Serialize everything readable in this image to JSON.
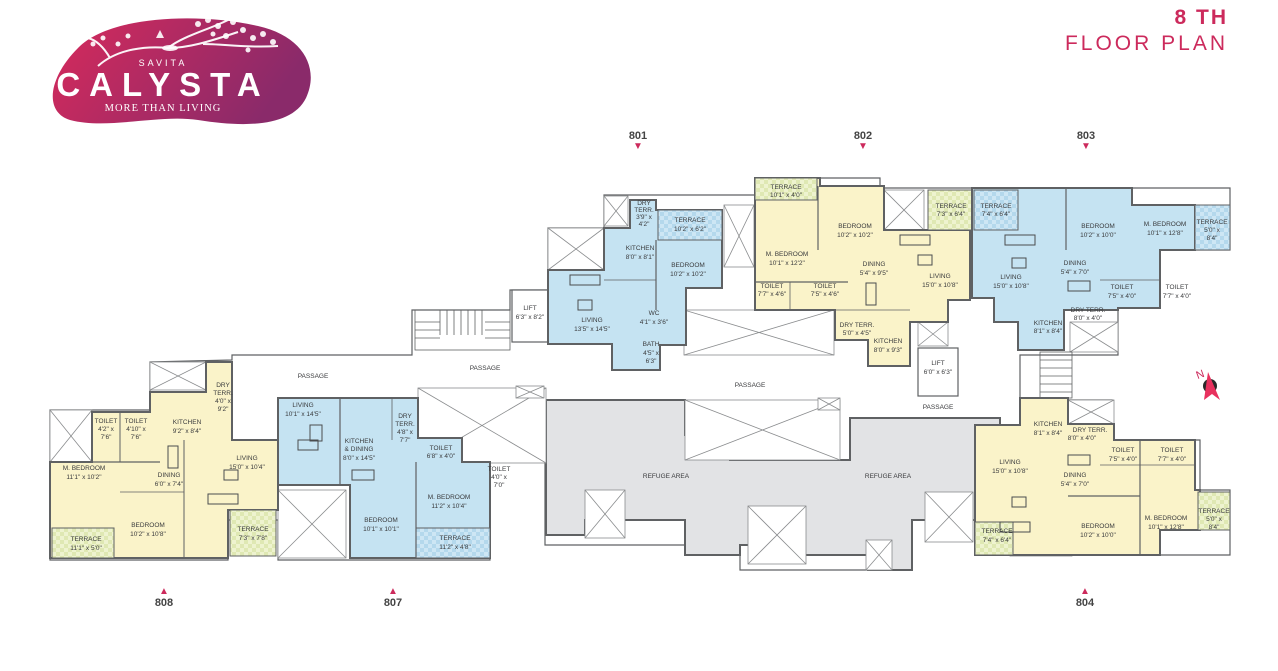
{
  "logo": {
    "top_text": "SAVITA",
    "name": "CALYSTA",
    "tagline": "MORE THAN LIVING",
    "colors": {
      "gradient_start": "#d72a5b",
      "gradient_end": "#8a2a6a"
    }
  },
  "title": {
    "line1": "8 TH",
    "line2": "FLOOR PLAN",
    "color": "#cc2a5c"
  },
  "colors": {
    "unit_blue": "#c5e3f2",
    "unit_yellow": "#faf3c9",
    "terrace_check": "#e6eebf",
    "refuge_gray": "#e2e3e5",
    "wall": "#5f6163",
    "accent": "#cc2a5c"
  },
  "unit_markers": {
    "top": [
      {
        "label": "801",
        "direction": "down"
      },
      {
        "label": "802",
        "direction": "down"
      },
      {
        "label": "803",
        "direction": "down"
      }
    ],
    "bottom": [
      {
        "label": "808",
        "direction": "up"
      },
      {
        "label": "807",
        "direction": "up"
      },
      {
        "label": "804",
        "direction": "up"
      }
    ]
  },
  "compass": {
    "label": "N",
    "icon": "north-arrow-icon"
  },
  "common": {
    "passage": "PASSAGE",
    "refuge_area": "REFUGE AREA",
    "lift_label": "LIFT",
    "lift_1_size": "6'3\" x 8'2\"",
    "lift_2_size": "6'0\" x 6'3\""
  },
  "units": {
    "u801": {
      "rooms": [
        {
          "name": "DRY",
          "name2": "TERR.",
          "size": "3'9\" x",
          "size2": "4'2\""
        },
        {
          "name": "TERRACE",
          "size": "10'2\" x 6'2\""
        },
        {
          "name": "KITCHEN",
          "size": "8'0\" x 8'1\""
        },
        {
          "name": "BEDROOM",
          "size": "10'2\" x 10'2\""
        },
        {
          "name": "LIVING",
          "size": "13'5\" x 14'5\""
        },
        {
          "name": "WC",
          "size": "4'1\" x 3'6\""
        },
        {
          "name": "BATH",
          "size": "4'5\" x",
          "size2": "6'3\""
        }
      ]
    },
    "u802": {
      "rooms": [
        {
          "name": "TERRACE",
          "size": "10'1\" x 4'0\""
        },
        {
          "name": "BEDROOM",
          "size": "10'2\" x 10'2\""
        },
        {
          "name": "TERRACE",
          "size": "7'3\" x 6'4\""
        },
        {
          "name": "M. BEDROOM",
          "size": "10'1\" x 12'2\""
        },
        {
          "name": "DINING",
          "size": "5'4\" x 9'5\""
        },
        {
          "name": "LIVING",
          "size": "15'0\" x 10'8\""
        },
        {
          "name": "TOILET",
          "size": "7'7\" x 4'6\""
        },
        {
          "name": "TOILET",
          "size": "7'5\" x 4'6\""
        },
        {
          "name": "DRY TERR.",
          "size": "5'0\" x 4'5\""
        },
        {
          "name": "KITCHEN",
          "size": "8'0\" x 9'3\""
        }
      ]
    },
    "u803": {
      "rooms": [
        {
          "name": "TERRACE",
          "size": "7'4\" x 6'4\""
        },
        {
          "name": "BEDROOM",
          "size": "10'2\" x 10'0\""
        },
        {
          "name": "M. BEDROOM",
          "size": "10'1\" x 12'8\""
        },
        {
          "name": "TERRACE",
          "size": "5'0\" x",
          "size2": "8'4\""
        },
        {
          "name": "LIVING",
          "size": "15'0\" x 10'8\""
        },
        {
          "name": "DINING",
          "size": "5'4\" x 7'0\""
        },
        {
          "name": "TOILET",
          "size": "7'5\" x 4'0\""
        },
        {
          "name": "TOILET",
          "size": "7'7\" x 4'0\""
        },
        {
          "name": "DRY TERR.",
          "size": "8'0\" x 4'0\""
        },
        {
          "name": "KITCHEN",
          "size": "8'1\" x 8'4\""
        }
      ]
    },
    "u804": {
      "rooms": [
        {
          "name": "KITCHEN",
          "size": "8'1\" x 8'4\""
        },
        {
          "name": "DRY TERR.",
          "size": "8'0\" x 4'0\""
        },
        {
          "name": "LIVING",
          "size": "15'0\" x 10'8\""
        },
        {
          "name": "DINING",
          "size": "5'4\" x 7'0\""
        },
        {
          "name": "TOILET",
          "size": "7'5\" x 4'0\""
        },
        {
          "name": "TOILET",
          "size": "7'7\" x 4'0\""
        },
        {
          "name": "BEDROOM",
          "size": "10'2\" x 10'0\""
        },
        {
          "name": "M. BEDROOM",
          "size": "10'1\" x 12'8\""
        },
        {
          "name": "TERRACE",
          "size": "5'0\" x",
          "size2": "8'4\""
        },
        {
          "name": "TERRACE",
          "size": "7'4\" x 6'4\""
        }
      ]
    },
    "u807": {
      "rooms": [
        {
          "name": "LIVING",
          "size": "10'1\" x 14'5\""
        },
        {
          "name": "KITCHEN",
          "name2": "& DINING",
          "size": "8'0\" x 14'5\""
        },
        {
          "name": "DRY",
          "name2": "TERR.",
          "size": "4'8\" x",
          "size2": "7'7\""
        },
        {
          "name": "TOILET",
          "size": "6'8\" x 4'0\""
        },
        {
          "name": "TOILET",
          "size": "4'0\" x",
          "size2": "7'0\""
        },
        {
          "name": "M. BEDROOM",
          "size": "11'2\" x 10'4\""
        },
        {
          "name": "BEDROOM",
          "size": "10'1\" x 10'1\""
        },
        {
          "name": "TERRACE",
          "size": "11'2\" x 4'8\""
        }
      ]
    },
    "u808": {
      "rooms": [
        {
          "name": "DRY",
          "name2": "TERR.",
          "size": "4'0\" x",
          "size2": "9'2\""
        },
        {
          "name": "TOILET",
          "size": "4'2\" x",
          "size2": "7'6\""
        },
        {
          "name": "TOILET",
          "size": "4'10\" x",
          "size2": "7'6\""
        },
        {
          "name": "KITCHEN",
          "size": "9'2\" x 8'4\""
        },
        {
          "name": "M. BEDROOM",
          "size": "11'1\" x 10'2\""
        },
        {
          "name": "DINING",
          "size": "6'0\" x 7'4\""
        },
        {
          "name": "LIVING",
          "size": "15'0\" x 10'4\""
        },
        {
          "name": "BEDROOM",
          "size": "10'2\" x 10'8\""
        },
        {
          "name": "TERRACE",
          "size": "11'1\" x 5'0\""
        },
        {
          "name": "TERRACE",
          "size": "7'3\" x 7'8\""
        }
      ]
    }
  }
}
